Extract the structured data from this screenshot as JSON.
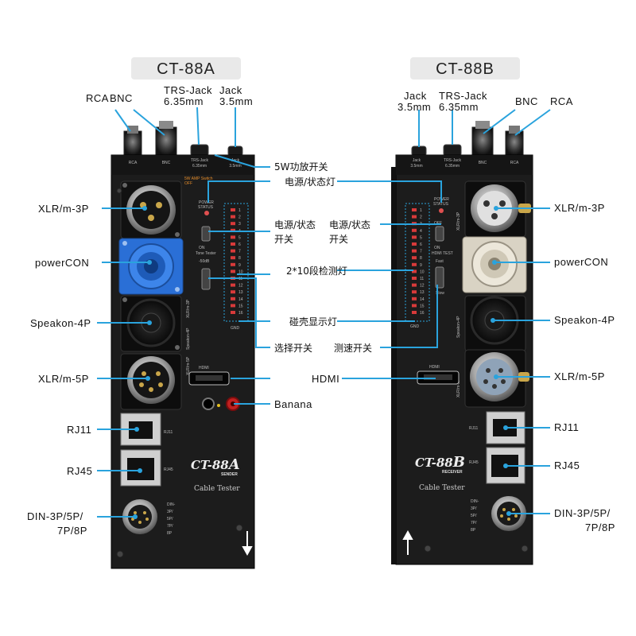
{
  "unit_a": {
    "model": "CT-88A",
    "brand": "CT-88",
    "brand_suffix": "A",
    "brand_sub": "SENDER",
    "cable_tester": "Cable Tester",
    "top_labels": {
      "rca": "RCA",
      "bnc": "BNC",
      "trs": "TRS-Jack",
      "trs_size": "6.35mm",
      "jack": "Jack",
      "jack_size": "3.5mm"
    },
    "left_labels": {
      "xlr3": "XLR/m-3P",
      "powercon": "powerCON",
      "speakon": "Speakon-4P",
      "xlr5": "XLR/m-5P",
      "rj11": "RJ11",
      "rj45": "RJ45",
      "din_line1": "DIN-3P/5P/",
      "din_line2": "7P/8P"
    },
    "right_labels": {
      "amp_switch": "5W功放开关",
      "power_light": "电源/状态灯",
      "power_switch_line1": "电源/状态",
      "power_switch_line2": "开关",
      "led_bar": "2*10段检测灯",
      "shell_light": "碰壳显示灯",
      "select_switch": "选择开关",
      "hdmi": "HDMI",
      "banana": "Banana"
    },
    "panel_text": {
      "rca": "RCA",
      "bnc": "BNC",
      "trs": "TRS-Jack",
      "trs_size": "6.35mm",
      "jack": "Jack",
      "jack_size": "3.5mm",
      "amp_switch": "5W AMP Switch",
      "off": "OFF",
      "power": "POWER",
      "status": "STATUS",
      "on": "ON",
      "tone_tester": "Tone Tester",
      "db": "-50dB",
      "xlr3": "XLR/m-3P",
      "speakon": "Speakon-4P",
      "xlr5": "XLR/m-5P",
      "hdmi": "HDMI",
      "rj11": "RJ11",
      "rj45": "RJ45",
      "din": [
        "DIN-",
        "3P/",
        "5P/",
        "7P/",
        "8P"
      ],
      "gnd": "GND"
    }
  },
  "unit_b": {
    "model": "CT-88B",
    "brand": "CT-88",
    "brand_suffix": "B",
    "brand_sub": "RECEIVER",
    "cable_tester": "Cable Tester",
    "top_labels": {
      "jack": "Jack",
      "jack_size": "3.5mm",
      "trs": "TRS-Jack",
      "trs_size": "6.35mm",
      "bnc": "BNC",
      "rca": "RCA"
    },
    "right_labels": {
      "xlr3": "XLR/m-3P",
      "powercon": "powerCON",
      "speakon": "Speakon-4P",
      "xlr5": "XLR/m-5P",
      "rj11": "RJ11",
      "rj45": "RJ45",
      "din_line1": "DIN-3P/5P/",
      "din_line2": "7P/8P"
    },
    "left_labels": {
      "power_switch_line1": "电源/状态",
      "power_switch_line2": "开关",
      "speed_switch": "测速开关"
    },
    "panel_text": {
      "jack": "Jack",
      "jack_size": "3.5mm",
      "trs": "TRS-Jack",
      "trs_size": "6.35mm",
      "bnc": "BNC",
      "rca": "RCA",
      "power": "POWER",
      "status": "STATUS",
      "off": "OFF",
      "on": "ON",
      "hdmi_test": "HDMI TEST",
      "fast": "Fast",
      "slow": "Slow",
      "xlr3": "XLR/m-3P",
      "speakon": "Speakon-4P",
      "xlr5": "XLR/m-5P",
      "hdmi": "HDMI",
      "rj11": "RJ11",
      "rj45": "RJ45",
      "din": [
        "DIN-",
        "3P/",
        "5P/",
        "7P/",
        "8P"
      ],
      "gnd": "GND"
    }
  },
  "led_numbers": [
    "1",
    "2",
    "3",
    "4",
    "5",
    "6",
    "7",
    "8",
    "9",
    "10",
    "11",
    "12",
    "13",
    "14",
    "15",
    "16"
  ],
  "colors": {
    "leader": "#2aa3dd",
    "panel": "#1c1c1c",
    "powercon_a": "#2a6fd6",
    "powercon_b": "#d9d3c4",
    "led": "#d83a3a"
  }
}
